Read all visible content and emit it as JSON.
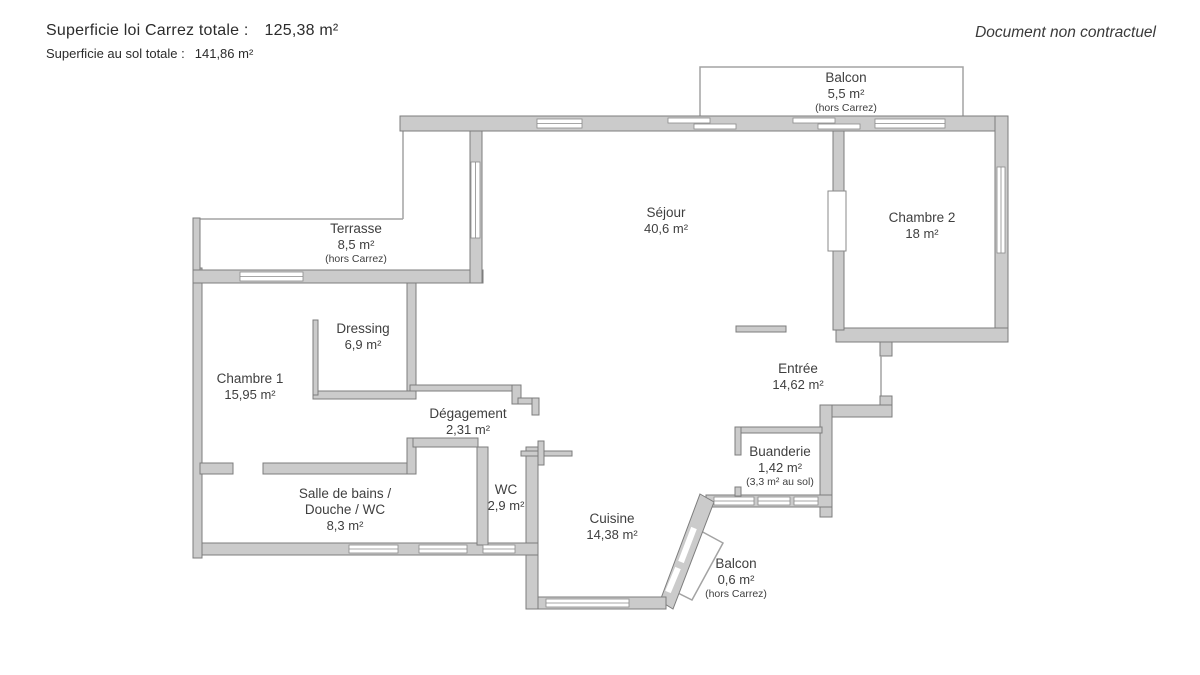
{
  "header": {
    "carrez_label": "Superficie loi Carrez totale :",
    "carrez_value": "125,38 m²",
    "sol_label": "Superficie au sol totale :",
    "sol_value": "141,86 m²",
    "disclaimer": "Document non contractuel"
  },
  "rooms": {
    "balcon_haut": {
      "name": "Balcon",
      "area": "5,5 m²",
      "note": "(hors Carrez)"
    },
    "terrasse": {
      "name": "Terrasse",
      "area": "8,5 m²",
      "note": "(hors Carrez)"
    },
    "sejour": {
      "name": "Séjour",
      "area": "40,6 m²"
    },
    "chambre2": {
      "name": "Chambre 2",
      "area": "18 m²"
    },
    "dressing": {
      "name": "Dressing",
      "area": "6,9 m²"
    },
    "chambre1": {
      "name": "Chambre 1",
      "area": "15,95 m²"
    },
    "degagement": {
      "name": "Dégagement",
      "area": "2,31 m²"
    },
    "entree": {
      "name": "Entrée",
      "area": "14,62 m²"
    },
    "buanderie": {
      "name": "Buanderie",
      "area": "1,42 m²",
      "note": "(3,3 m² au sol)"
    },
    "salle_de_bains": {
      "name": "Salle de bains /",
      "name2": "Douche / WC",
      "area": "8,3 m²"
    },
    "wc": {
      "name": "WC",
      "area": "2,9 m²"
    },
    "cuisine": {
      "name": "Cuisine",
      "area": "14,38 m²"
    },
    "balcon_bas": {
      "name": "Balcon",
      "area": "0,6 m²",
      "note": "(hors Carrez)"
    }
  },
  "colors": {
    "wall_fill": "#cbcbcb",
    "wall_stroke": "#7d7d7d",
    "thin_line": "#a3a3a3",
    "text": "#3f3f3f"
  }
}
